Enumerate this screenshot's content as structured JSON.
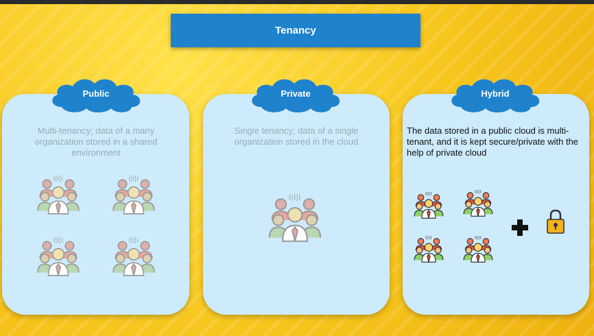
{
  "title": "Tenancy",
  "columns": [
    {
      "name": "Public",
      "description": "Multi-tenancy; data of a many organization stored in a shared environment"
    },
    {
      "name": "Private",
      "description": "Single tenancy; data of a single organization stored in the cloud"
    },
    {
      "name": "Hybrid",
      "description": "The data stored in a public cloud is multi-tenant, and it is kept secure/private with the help of private cloud"
    }
  ],
  "icons": {
    "group": "people-group-icon",
    "plus": "plus-icon",
    "lock": "padlock-icon"
  },
  "colors": {
    "title_bar": "#1e82cc",
    "cloud": "#1e82cc",
    "panel": "#cdebfb",
    "background": "#f7c51c"
  }
}
